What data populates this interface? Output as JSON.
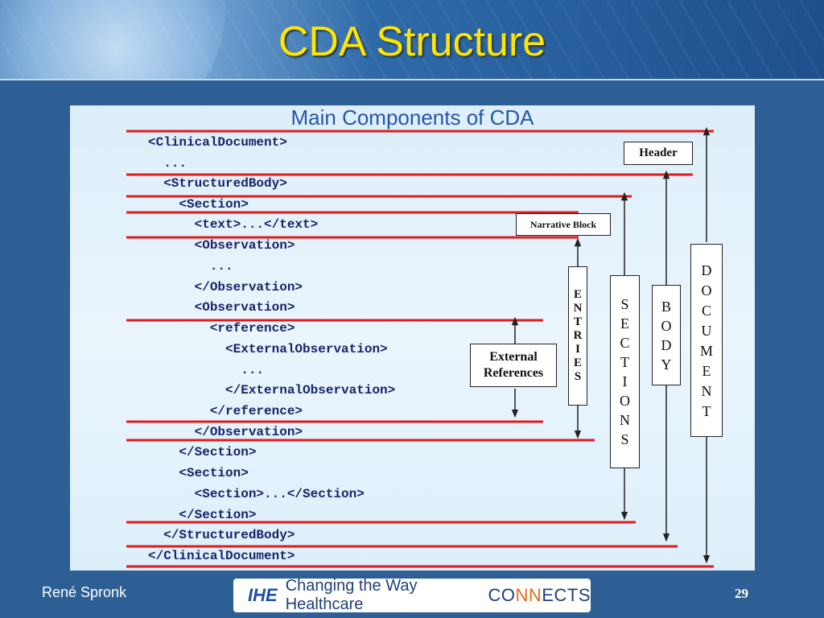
{
  "slide": {
    "title": "CDA Structure",
    "author": "René Spronk",
    "page_number": "29",
    "logo": {
      "mark": "IHE",
      "tagline": "Changing the Way Healthcare",
      "connects_pre": "CO",
      "connects_mid": "NN",
      "connects_post": "ECTS"
    }
  },
  "diagram": {
    "title": "Main Components of CDA",
    "code_lines": [
      "<ClinicalDocument>",
      "  ...",
      "  <StructuredBody>",
      "    <Section>",
      "      <text>...</text>",
      "      <Observation>",
      "        ...",
      "      </Observation>",
      "      <Observation>",
      "        <reference>",
      "          <ExternalObservation>",
      "            ...",
      "          </ExternalObservation>",
      "        </reference>",
      "      </Observation>",
      "    </Section>",
      "    <Section>",
      "      <Section>...</Section>",
      "    </Section>",
      "  </StructuredBody>",
      "</ClinicalDocument>"
    ],
    "labels": {
      "header": "Header",
      "narrative": "Narrative Block",
      "external_line1": "External",
      "external_line2": "References",
      "entries": [
        "E",
        "N",
        "T",
        "R",
        "I",
        "E",
        "S"
      ],
      "sections": [
        "S",
        "E",
        "C",
        "T",
        "I",
        "O",
        "N",
        "S"
      ],
      "body": [
        "B",
        "O",
        "D",
        "Y"
      ],
      "document": [
        "D",
        "O",
        "C",
        "U",
        "M",
        "E",
        "N",
        "T"
      ]
    },
    "colors": {
      "separator_line": "#e01b1b",
      "code_text": "#17246a",
      "title_text": "#2557a8"
    }
  }
}
